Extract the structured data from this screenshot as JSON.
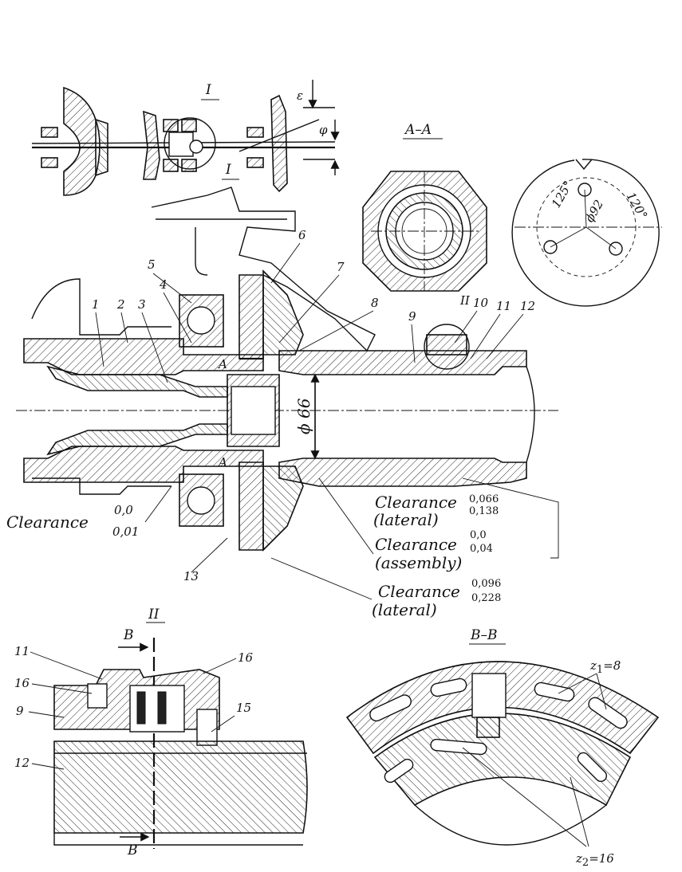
{
  "views": {
    "detail_I_top": "I",
    "detail_I_main": "I",
    "section_AA": "A–A",
    "detail_II_main": "II",
    "detail_II_title": "II",
    "section_BB": "B–B",
    "cut_A_upper": "A",
    "cut_A_lower": "A",
    "cut_B_upper": "B",
    "cut_B_lower": "B"
  },
  "dimensions": {
    "epsilon": "ε",
    "phi": "φ",
    "diameter_66": "ϕ 66",
    "diameter_92": "ϕ92",
    "angle_125": "125°",
    "angle_120": "120°"
  },
  "part_numbers": [
    "1",
    "2",
    "3",
    "4",
    "5",
    "6",
    "7",
    "8",
    "9",
    "10",
    "11",
    "12",
    "13"
  ],
  "detail_II_parts": {
    "p11": "11",
    "p16_left": "16",
    "p16_right": "16",
    "p9": "9",
    "p15": "15",
    "p12": "12"
  },
  "clearances": {
    "left": {
      "label": "Clearance",
      "upper": "0,0",
      "lower": "0,01"
    },
    "lateral_1": {
      "label": "Clearance",
      "note": "(lateral)",
      "upper": "0,066",
      "lower": "0,138"
    },
    "assembly": {
      "label": "Clearance",
      "note": "(assembly)",
      "upper": "0,0",
      "lower": "0,04"
    },
    "lateral_2": {
      "label": "Clearance",
      "note": "(lateral)",
      "upper": "0,096",
      "lower": "0,228"
    }
  },
  "teeth": {
    "z1": {
      "symbol": "z",
      "sub": "1",
      "value": "=8"
    },
    "z2": {
      "symbol": "z",
      "sub": "2",
      "value": "=16"
    }
  }
}
